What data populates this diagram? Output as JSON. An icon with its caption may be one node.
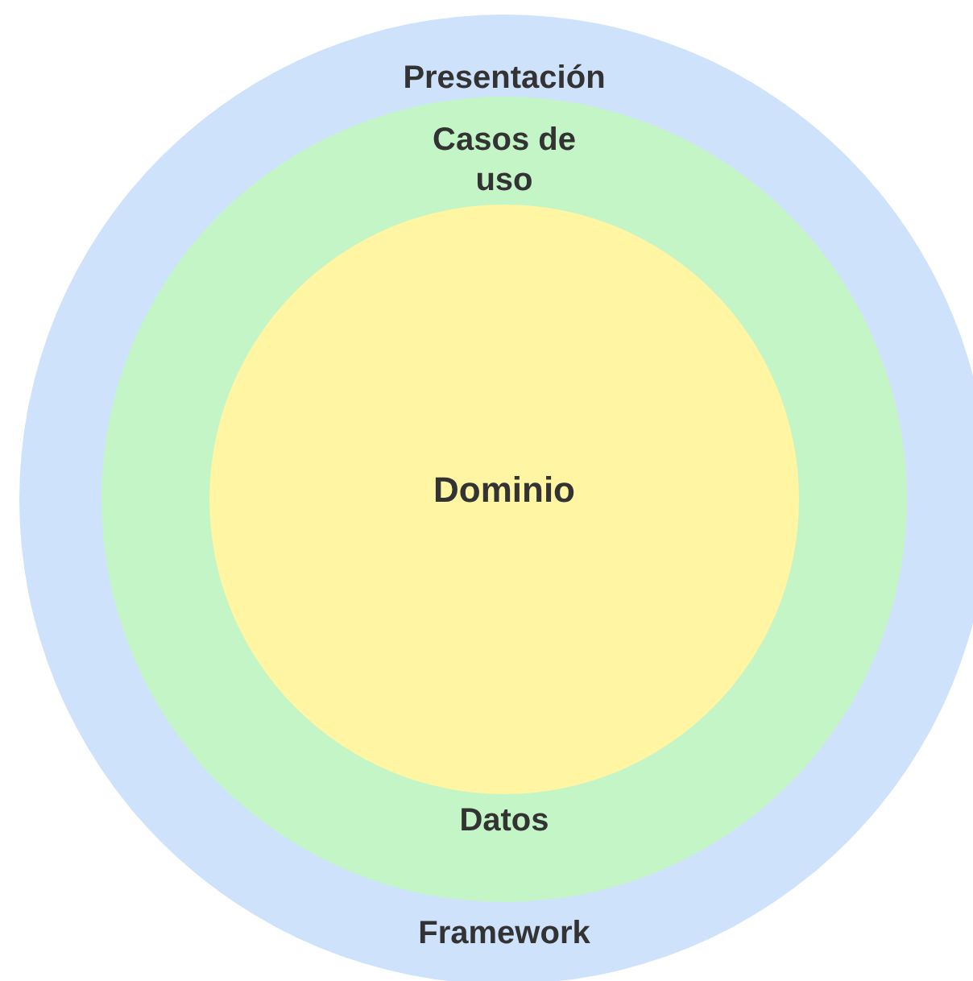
{
  "diagram": {
    "nodes": [
      {
        "text": [
          "Presentación",
          "Framework"
        ]
      },
      {
        "text": [
          "Casos de uso",
          "Datos"
        ],
        "in": 0
      },
      {
        "text": [
          "Dominio"
        ],
        "in": 1
      }
    ]
  }
}
